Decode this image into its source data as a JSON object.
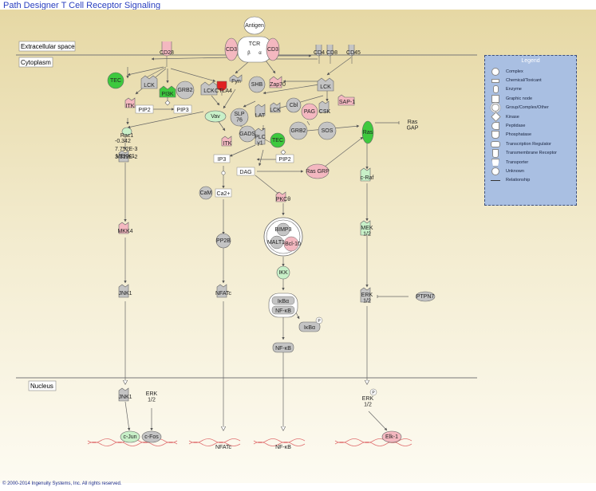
{
  "title": "Path Designer T Cell Receptor Signaling",
  "copyright": "© 2000-2014 Ingenuity Systems, Inc. All rights reserved.",
  "regions": {
    "extracellular": "Extracellular space",
    "cytoplasm": "Cytoplasm",
    "nucleus": "Nucleus"
  },
  "nodes": {
    "antigen": "Antigen",
    "cd3_left": "CD3",
    "tcr": "TCR",
    "tcr_beta": "β",
    "tcr_alpha": "α",
    "cd3_right": "CD3",
    "cd28": "CD28",
    "tec_top": "TEC",
    "lck_left": "LCK",
    "pi3k": "PI3K",
    "grb2_left": "GRB2",
    "lck_mid": "LCK",
    "ctla4": "CTLA4",
    "fyn": "Fyn",
    "shb": "SHB",
    "zap70": "Zap70",
    "cd4": "CD4",
    "cd8": "CD8",
    "cd45": "CD45",
    "lck_right": "LCK",
    "itk_top": "ITK",
    "pip2_left": "PIP2",
    "pip3": "PIP3",
    "vav": "Vav",
    "slp76": "SLP\n76",
    "lat": "LAT",
    "lck_small": "LCK",
    "cbl": "Cbl",
    "pag": "PAG",
    "csk": "CSK",
    "sap1": "SAP-1",
    "rac1": "Rac1",
    "itk_bottom": "ITK",
    "gads": "GADS",
    "plcg1": "PLC\nγ1",
    "tec_mid": "TEC",
    "grb2_right": "GRB2",
    "sos": "SOS",
    "ras": "Ras",
    "ras_gap": "Ras\nGAP",
    "ip3": "IP3",
    "pip2_right": "PIP2",
    "dag": "DAG",
    "rasgrp": "Ras GRP",
    "c_raf": "c-Raf",
    "mekk1": "MEKK1",
    "cam": "CaM",
    "ca2": "Ca2+",
    "pkc": "PKCθ",
    "mkk4": "MKK4",
    "bimp3": "BIMP3",
    "malt1": "MALT1",
    "bcl10": "Bcl-10",
    "mek12": "MEK\n1/2",
    "pp2b": "PP2B",
    "ikk": "IKK",
    "jnk1_cyto": "JNK1",
    "nfatc_cyto": "NFATc",
    "ikba_cplx": "IκBα",
    "nfkb_cplx": "NF-κB",
    "erk12_cyto": "ERK\n1/2",
    "ptpn7": "PTPN7",
    "ikba_p": "IκBα",
    "nfkb_cyto": "NF-κB",
    "jnk1_nuc": "JNK1",
    "erk12_nuc_left": "ERK\n1/2",
    "erk12_nuc_right": "ERK\n1/2",
    "nfatc_nuc": "NFATc",
    "nfkb_nuc": "NF-κB",
    "cjun": "c-Jun",
    "cfos": "c-Fos",
    "elk1": "Elk-1",
    "phospho": "P"
  },
  "annotation": [
    "-0.342",
    "7.752E-3",
    "3.313E-2"
  ],
  "legend": {
    "title": "Legend",
    "items": [
      {
        "label": "Complex",
        "icon": "complex-icon"
      },
      {
        "label": "Chemical/Toxicant",
        "icon": "chemical-icon"
      },
      {
        "label": "Enzyme",
        "icon": "enzyme-icon"
      },
      {
        "label": "Graphic node",
        "icon": "graphic-node-icon"
      },
      {
        "label": "Group/Complex/Other",
        "icon": "group-icon"
      },
      {
        "label": "Kinase",
        "icon": "kinase-icon"
      },
      {
        "label": "Peptidase",
        "icon": "peptidase-icon"
      },
      {
        "label": "Phosphatase",
        "icon": "phosphatase-icon"
      },
      {
        "label": "Transcription Regulator",
        "icon": "transcription-regulator-icon"
      },
      {
        "label": "Transmembrane Receptor",
        "icon": "transmembrane-receptor-icon"
      },
      {
        "label": "Transporter",
        "icon": "transporter-icon"
      },
      {
        "label": "Unknown",
        "icon": "unknown-icon"
      },
      {
        "label": "Relationship",
        "icon": "relationship-icon"
      }
    ]
  },
  "colors": {
    "background_top": "#e6d8a4",
    "background_bottom": "#fbf8ea",
    "up_strong": "#3ec93e",
    "up_light": "#c8f0c8",
    "down_strong": "#e02020",
    "down_light": "#f4b8c0",
    "neutral": "#c4c4c4",
    "legend_bg": "#a9bfe2",
    "title_blue": "#2a3fbf"
  }
}
